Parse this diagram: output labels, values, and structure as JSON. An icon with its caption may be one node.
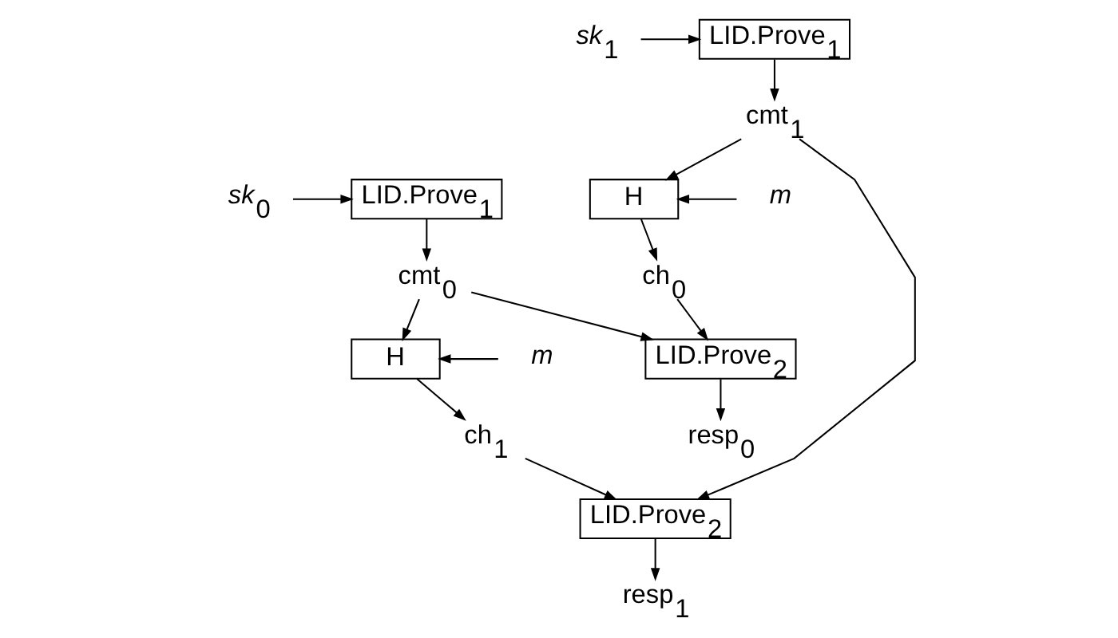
{
  "diagram": {
    "nodes": [
      {
        "text": [
          "*sk*$_{0}$"
        ]
      },
      {
        "text": [
          "LID.Prove$_{1}$"
        ]
      },
      {
        "text": [
          "cmt$_{0}$"
        ]
      },
      {
        "text": [
          "*m*"
        ]
      },
      {
        "text": [
          "H"
        ]
      },
      {
        "text": [
          "ch$_{0}$"
        ]
      },
      {
        "text": [
          "LID.Prove$_{2}$"
        ]
      },
      {
        "text": [
          "resp$_{0}$"
        ]
      },
      {
        "text": [
          "*sk*$_{1}$"
        ]
      },
      {
        "text": [
          "LID.Prove$_{1}$"
        ]
      },
      {
        "text": [
          "cmt$_{1}$"
        ]
      },
      {
        "text": [
          "H"
        ]
      },
      {
        "text": [
          "*m*"
        ]
      },
      {
        "text": [
          "ch$_{1}$"
        ]
      },
      {
        "text": [
          "LID.Prove$_{2}$"
        ]
      },
      {
        "text": [
          "resp$_{1}$"
        ]
      }
    ],
    "edges": [
      {
        "from": 0,
        "to": 1,
        "arrow": "to"
      },
      {
        "from": 1,
        "to": 2,
        "arrow": "to"
      },
      {
        "from": 2,
        "to": 6,
        "arrow": "to"
      },
      {
        "from": 2,
        "to": 11,
        "arrow": "to"
      },
      {
        "from": 3,
        "to": 4,
        "arrow": "to"
      },
      {
        "from": 4,
        "to": 5,
        "arrow": "to"
      },
      {
        "from": 5,
        "to": 6,
        "arrow": "to"
      },
      {
        "from": 6,
        "to": 7,
        "arrow": "to"
      },
      {
        "from": 8,
        "to": 9,
        "arrow": "to"
      },
      {
        "from": 9,
        "to": 10,
        "arrow": "to"
      },
      {
        "from": 10,
        "to": 4,
        "arrow": "to"
      },
      {
        "from": 12,
        "to": 11,
        "arrow": "to"
      },
      {
        "from": 11,
        "to": 13,
        "arrow": "to"
      },
      {
        "from": 13,
        "to": 14,
        "arrow": "to"
      },
      {
        "from": 10,
        "to": 14,
        "arrow": "to"
      },
      {
        "from": 14,
        "to": 15,
        "arrow": "to"
      }
    ]
  }
}
